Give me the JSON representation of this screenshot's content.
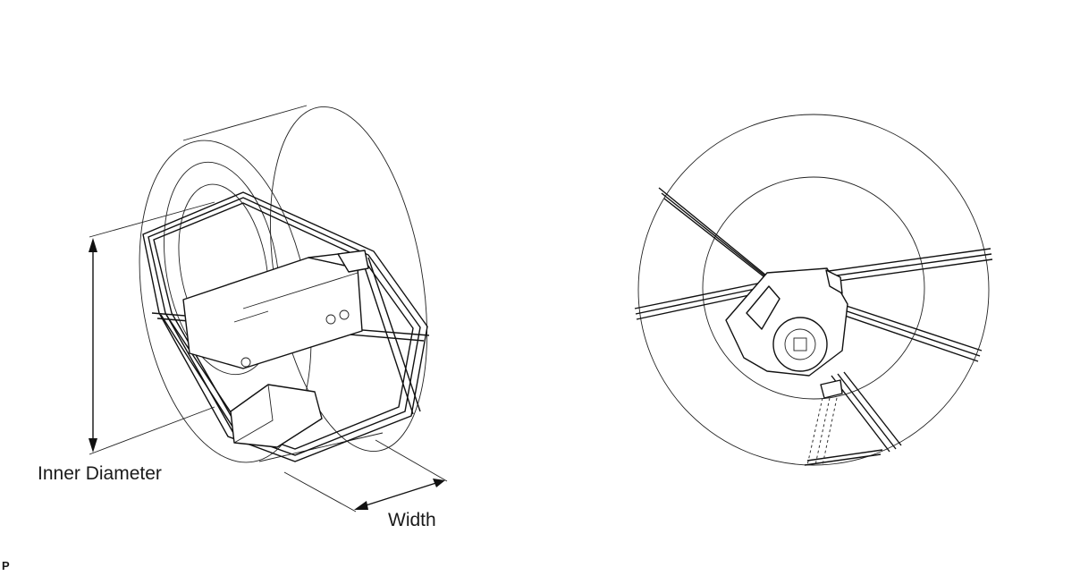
{
  "labels": {
    "inner_diameter": "Inner Diameter",
    "width": "Width",
    "figure_code": "P"
  }
}
